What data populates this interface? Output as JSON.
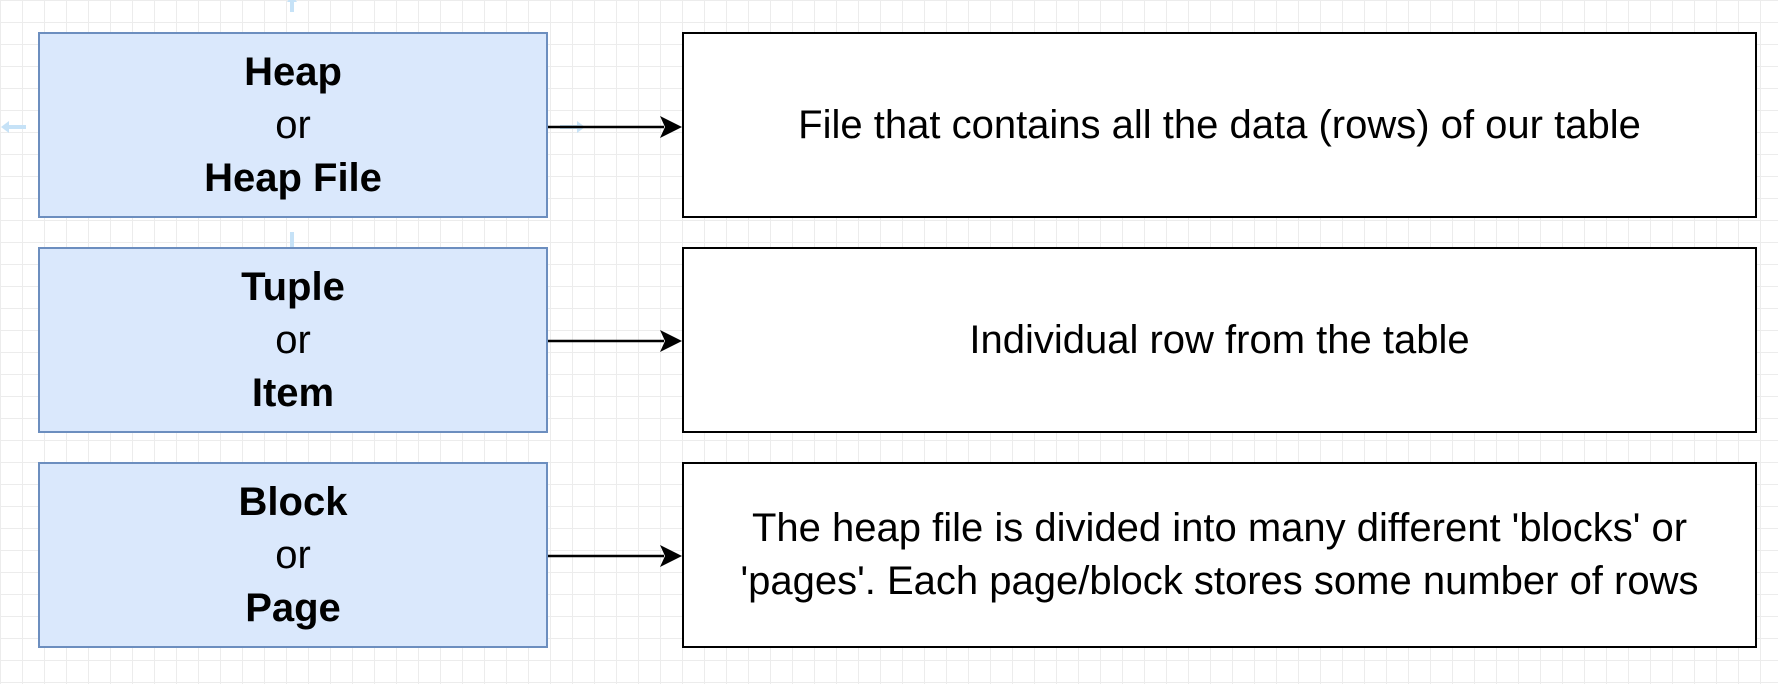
{
  "rows": [
    {
      "term": {
        "line1": "Heap",
        "or": "or",
        "line2": "Heap File"
      },
      "definition": "File that contains all the data (rows) of our table"
    },
    {
      "term": {
        "line1": "Tuple",
        "or": "or",
        "line2": "Item"
      },
      "definition": "Individual row from the table"
    },
    {
      "term": {
        "line1": "Block",
        "or": "or",
        "line2": "Page"
      },
      "definition": "The heap file is divided into many different 'blocks' or 'pages'.  Each page/block stores some number of rows"
    }
  ],
  "colors": {
    "term_fill": "#dae8fc",
    "term_stroke": "#6c8ebf",
    "definition_stroke": "#000000",
    "selection_handle": "#aad3f2"
  }
}
